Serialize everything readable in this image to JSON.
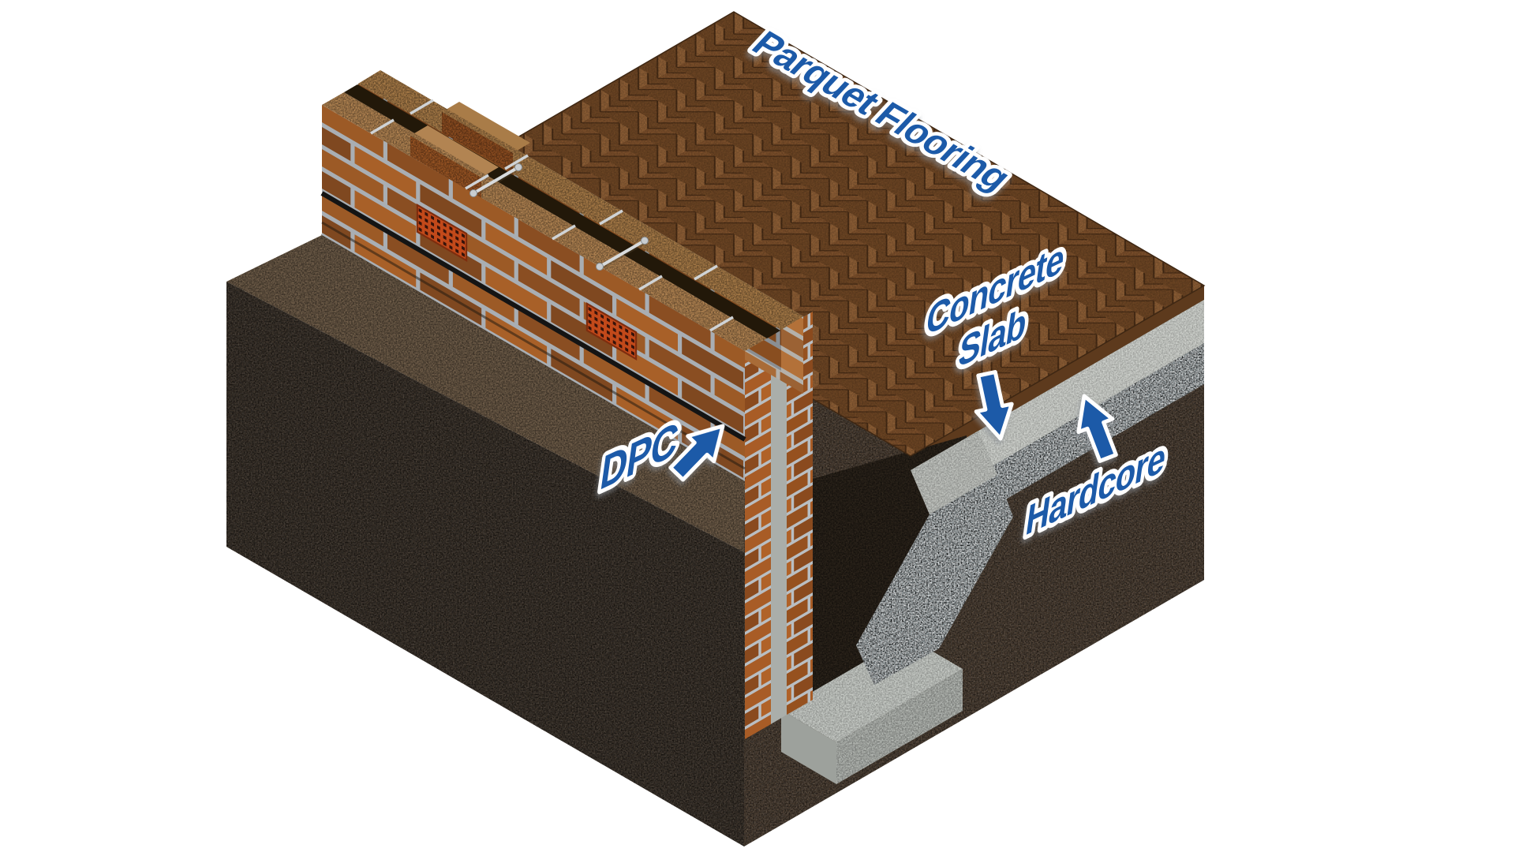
{
  "page": {
    "background_color": "#ffffff",
    "description": "Isometric cutaway diagram of ground floor construction"
  },
  "colors": {
    "label_text": "#1e5aa8",
    "label_outline": "#ffffff",
    "arrow_fill": "#1e5aa8",
    "arrow_outline": "#ffffff"
  },
  "labels": {
    "parquet_flooring": "Parquet Flooring",
    "concrete_slab_line1": "Concrete",
    "concrete_slab_line2": "Slab",
    "dpc": "DPC",
    "hardcore": "Hardcore"
  }
}
